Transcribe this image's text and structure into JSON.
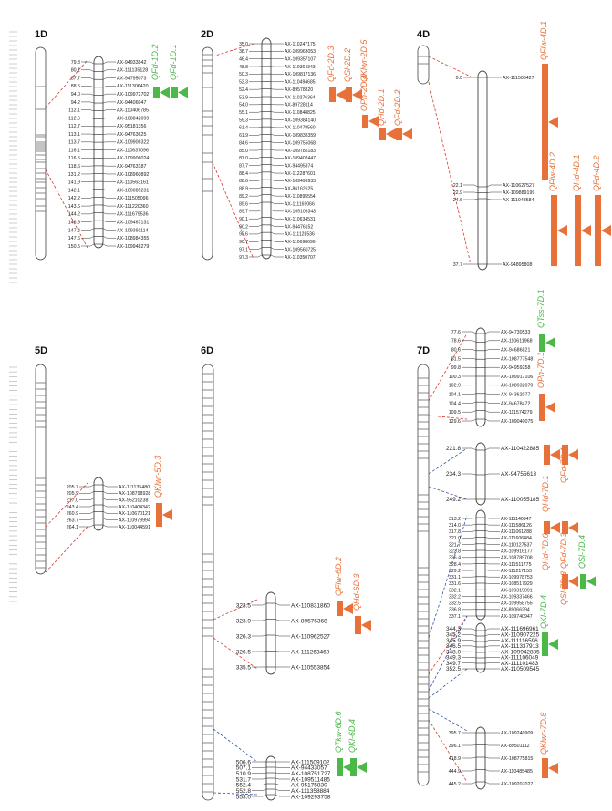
{
  "colors": {
    "orange": "#e8713a",
    "green": "#4cb848",
    "red_dash": "#d9382e",
    "blue_dash": "#3355aa",
    "chrom": "#444444"
  },
  "chromosomes": [
    {
      "name": "1D",
      "markers": [
        {
          "pos": "79.3",
          "name": "AX-94933842"
        },
        {
          "pos": "80.1",
          "name": "AX-111135128"
        },
        {
          "pos": "87.7",
          "name": "AX-94795073"
        },
        {
          "pos": "88.5",
          "name": "AX-111306420"
        },
        {
          "pos": "94.0",
          "name": "AX-109972702"
        },
        {
          "pos": "94.2",
          "name": "AX-94406047"
        },
        {
          "pos": "112.1",
          "name": "AX-110406785"
        },
        {
          "pos": "112.6",
          "name": "AX-108842099"
        },
        {
          "pos": "112.7",
          "name": "AX-95181356"
        },
        {
          "pos": "113.1",
          "name": "AX-94763625"
        },
        {
          "pos": "113.7",
          "name": "AX-109906322"
        },
        {
          "pos": "116.1",
          "name": "AX-110637096"
        },
        {
          "pos": "116.5",
          "name": "AX-109906024"
        },
        {
          "pos": "118.6",
          "name": "AX-94763187"
        },
        {
          "pos": "131.2",
          "name": "AX-108960892"
        },
        {
          "pos": "141.9",
          "name": "AX-110563161"
        },
        {
          "pos": "142.1",
          "name": "AX-109085231"
        },
        {
          "pos": "142.2",
          "name": "AX-111505096"
        },
        {
          "pos": "143.6",
          "name": "AX-111220360"
        },
        {
          "pos": "144.2",
          "name": "AX-111679536"
        },
        {
          "pos": "146.9",
          "name": "AX-109467131"
        },
        {
          "pos": "147.4",
          "name": "AX-109391114"
        },
        {
          "pos": "147.6",
          "name": "AX-108984355"
        },
        {
          "pos": "150.5",
          "name": "AX-109948279"
        }
      ],
      "qtls": [
        {
          "name": "QFd-1D.2",
          "color": "green"
        },
        {
          "name": "QFd-1D.1",
          "color": "green"
        }
      ]
    },
    {
      "name": "2D",
      "markers": [
        {
          "pos": "35.0",
          "name": "AX-110247175"
        },
        {
          "pos": "38.7",
          "name": "AX-109963053"
        },
        {
          "pos": "46.4",
          "name": "AX-109357107"
        },
        {
          "pos": "48.8",
          "name": "AX-110364343"
        },
        {
          "pos": "50.3",
          "name": "AX-109817136"
        },
        {
          "pos": "52.3",
          "name": "AX-110494685"
        },
        {
          "pos": "52.4",
          "name": "AX-89578820"
        },
        {
          "pos": "53.9",
          "name": "AX-110276364"
        },
        {
          "pos": "54.0",
          "name": "AX-89728114"
        },
        {
          "pos": "55.1",
          "name": "AX-110848825"
        },
        {
          "pos": "59.3",
          "name": "AX-109384140"
        },
        {
          "pos": "61.4",
          "name": "AX-110478560"
        },
        {
          "pos": "61.9",
          "name": "AX-109838359"
        },
        {
          "pos": "84.6",
          "name": "AX-109755068"
        },
        {
          "pos": "85.0",
          "name": "AX-109785183"
        },
        {
          "pos": "87.0",
          "name": "AX-109402447"
        },
        {
          "pos": "87.7",
          "name": "AX-94495874"
        },
        {
          "pos": "88.4",
          "name": "AX-112287601"
        },
        {
          "pos": "88.6",
          "name": "AX-109493933"
        },
        {
          "pos": "88.9",
          "name": "AX-86162625"
        },
        {
          "pos": "89.2",
          "name": "AX-110895554"
        },
        {
          "pos": "89.6",
          "name": "AX-111169066"
        },
        {
          "pos": "89.7",
          "name": "AX-109106343"
        },
        {
          "pos": "90.1",
          "name": "AX-110634531"
        },
        {
          "pos": "90.2",
          "name": "AX-94476152"
        },
        {
          "pos": "90.6",
          "name": "AX-111128536"
        },
        {
          "pos": "90.7",
          "name": "AX-110698696"
        },
        {
          "pos": "97.1",
          "name": "AX-109560725"
        },
        {
          "pos": "97.3",
          "name": "AX-110350707"
        }
      ],
      "qtls": [
        {
          "name": "QFd-2D.3",
          "color": "orange"
        },
        {
          "name": "QSl-2D.2",
          "color": "orange"
        },
        {
          "name": "QKlwr-2D.5",
          "color": "orange"
        },
        {
          "name": "QPh-2D.4",
          "color": "orange"
        },
        {
          "name": "QHd-2D.1",
          "color": "orange"
        },
        {
          "name": "QFd-2D.2",
          "color": "orange"
        }
      ]
    },
    {
      "name": "4D",
      "markers": [
        {
          "pos": "0.0",
          "name": "AX-111508427"
        },
        {
          "pos": "22.1",
          "name": "AX-110627527"
        },
        {
          "pos": "22.9",
          "name": "AX-109889199"
        },
        {
          "pos": "24.6",
          "name": "AX-111048584"
        },
        {
          "pos": "37.7",
          "name": "AX-94895808"
        }
      ],
      "qtls": [
        {
          "name": "QFlw-4D.1",
          "color": "orange"
        },
        {
          "name": "QFlw-4D.2",
          "color": "orange"
        },
        {
          "name": "QHd-4D.1",
          "color": "orange"
        },
        {
          "name": "QFd-4D.2",
          "color": "orange"
        }
      ]
    },
    {
      "name": "5D",
      "markers": [
        {
          "pos": "205.7",
          "name": "AX-111135480"
        },
        {
          "pos": "205.9",
          "name": "AX-108798928"
        },
        {
          "pos": "217.0",
          "name": "AX-95210238"
        },
        {
          "pos": "243.4",
          "name": "AX-110404342"
        },
        {
          "pos": "260.9",
          "name": "AX-110670121"
        },
        {
          "pos": "263.7",
          "name": "AX-110979994"
        },
        {
          "pos": "264.1",
          "name": "AX-110044591"
        }
      ],
      "qtls": [
        {
          "name": "QKlwr-5D.3",
          "color": "orange"
        }
      ]
    },
    {
      "name": "6D",
      "markers_top": [
        {
          "pos": "323.5",
          "name": "AX-110831860"
        },
        {
          "pos": "323.9",
          "name": "AX-89576368"
        },
        {
          "pos": "326.3",
          "name": "AX-110962527"
        },
        {
          "pos": "326.5",
          "name": "AX-111263460"
        },
        {
          "pos": "335.5",
          "name": "AX-110553854"
        }
      ],
      "markers_bottom": [
        {
          "pos": "506.6",
          "name": "AX-111509102"
        },
        {
          "pos": "507.1",
          "name": "AX-94433057"
        },
        {
          "pos": "510.9",
          "name": "AX-108751727"
        },
        {
          "pos": "531.7",
          "name": "AX-109511485"
        },
        {
          "pos": "552.4",
          "name": "AX-95175830"
        },
        {
          "pos": "552.8",
          "name": "AX-111358884"
        },
        {
          "pos": "553.0",
          "name": "AX-109293758"
        }
      ],
      "qtls": [
        {
          "name": "QFlw-6D.2",
          "color": "orange"
        },
        {
          "name": "QHd-6D.3",
          "color": "orange"
        },
        {
          "name": "QTkw-6D.6",
          "color": "green"
        },
        {
          "name": "QKl-6D.4",
          "color": "green"
        }
      ]
    },
    {
      "name": "7D",
      "g1": [
        {
          "pos": "77.6",
          "name": "AX-94730533"
        },
        {
          "pos": "78.6",
          "name": "AX-110611968"
        },
        {
          "pos": "80.6",
          "name": "AX-94686821"
        },
        {
          "pos": "81.5",
          "name": "AX-108777548"
        },
        {
          "pos": "99.8",
          "name": "AX-94959258"
        },
        {
          "pos": "100.3",
          "name": "AX-109917106"
        },
        {
          "pos": "102.9",
          "name": "AX-108932070"
        },
        {
          "pos": "104.1",
          "name": "AX-94362077"
        },
        {
          "pos": "104.4",
          "name": "AX-94678472"
        },
        {
          "pos": "109.5",
          "name": "AX-111574279"
        },
        {
          "pos": "129.6",
          "name": "AX-109040075"
        }
      ],
      "g2": [
        {
          "pos": "221.8",
          "name": "AX-110422885"
        },
        {
          "pos": "234.3",
          "name": "AX-94755613"
        },
        {
          "pos": "249.2",
          "name": "AX-110055185"
        }
      ],
      "g3": [
        {
          "pos": "313.2",
          "name": "AX-111140947"
        },
        {
          "pos": "314.0",
          "name": "AX-111586126"
        },
        {
          "pos": "317.8",
          "name": "AX-111061288"
        },
        {
          "pos": "321.0",
          "name": "AX-111606484"
        },
        {
          "pos": "321.7",
          "name": "AX-110127537"
        },
        {
          "pos": "323.8",
          "name": "AX-109916177"
        },
        {
          "pos": "326.4",
          "name": "AX-108789708"
        },
        {
          "pos": "328.4",
          "name": "AX-111511775"
        },
        {
          "pos": "329.2",
          "name": "AX-111217153"
        },
        {
          "pos": "331.1",
          "name": "AX-109978753"
        },
        {
          "pos": "331.6",
          "name": "AX-108517929"
        },
        {
          "pos": "332.1",
          "name": "AX-109315091"
        },
        {
          "pos": "332.2",
          "name": "AX-109337466"
        },
        {
          "pos": "332.5",
          "name": "AX-109958755"
        },
        {
          "pos": "336.8",
          "name": "AX-89066294"
        },
        {
          "pos": "337.1",
          "name": "AX-109740947"
        }
      ],
      "g4": [
        {
          "pos": "344.3",
          "name": "AX-111696961"
        },
        {
          "pos": "345.2",
          "name": "AX-110907225"
        },
        {
          "pos": "345.9",
          "name": "AX-111116596"
        },
        {
          "pos": "346.5",
          "name": "AX-111337913"
        },
        {
          "pos": "348.0",
          "name": "AX-109942885"
        },
        {
          "pos": "349.3",
          "name": "AX-111106049"
        },
        {
          "pos": "349.7",
          "name": "AX-111101483"
        },
        {
          "pos": "352.5",
          "name": "AX-110509545"
        }
      ],
      "g5": [
        {
          "pos": "395.7",
          "name": "AX-109240909"
        },
        {
          "pos": "396.1",
          "name": "AX-89501112"
        },
        {
          "pos": "418.9",
          "name": "AX-108775815"
        },
        {
          "pos": "444.9",
          "name": "AX-110485485"
        },
        {
          "pos": "445.2",
          "name": "AX-109207027"
        }
      ],
      "qtls": [
        {
          "name": "QTss-7D.1",
          "color": "green"
        },
        {
          "name": "QPh-7D.1",
          "color": "orange"
        },
        {
          "name": "QHd-7D.1",
          "color": "orange"
        },
        {
          "name": "QFd-7D.1",
          "color": "orange"
        },
        {
          "name": "QHd-7D.6",
          "color": "orange"
        },
        {
          "name": "QFd-7D.3",
          "color": "orange"
        },
        {
          "name": "QSl-7D.3",
          "color": "orange"
        },
        {
          "name": "QSl-7D.4",
          "color": "green"
        },
        {
          "name": "QKl-7D.4",
          "color": "green"
        },
        {
          "name": "QKlwr-7D.8",
          "color": "orange"
        }
      ]
    }
  ]
}
